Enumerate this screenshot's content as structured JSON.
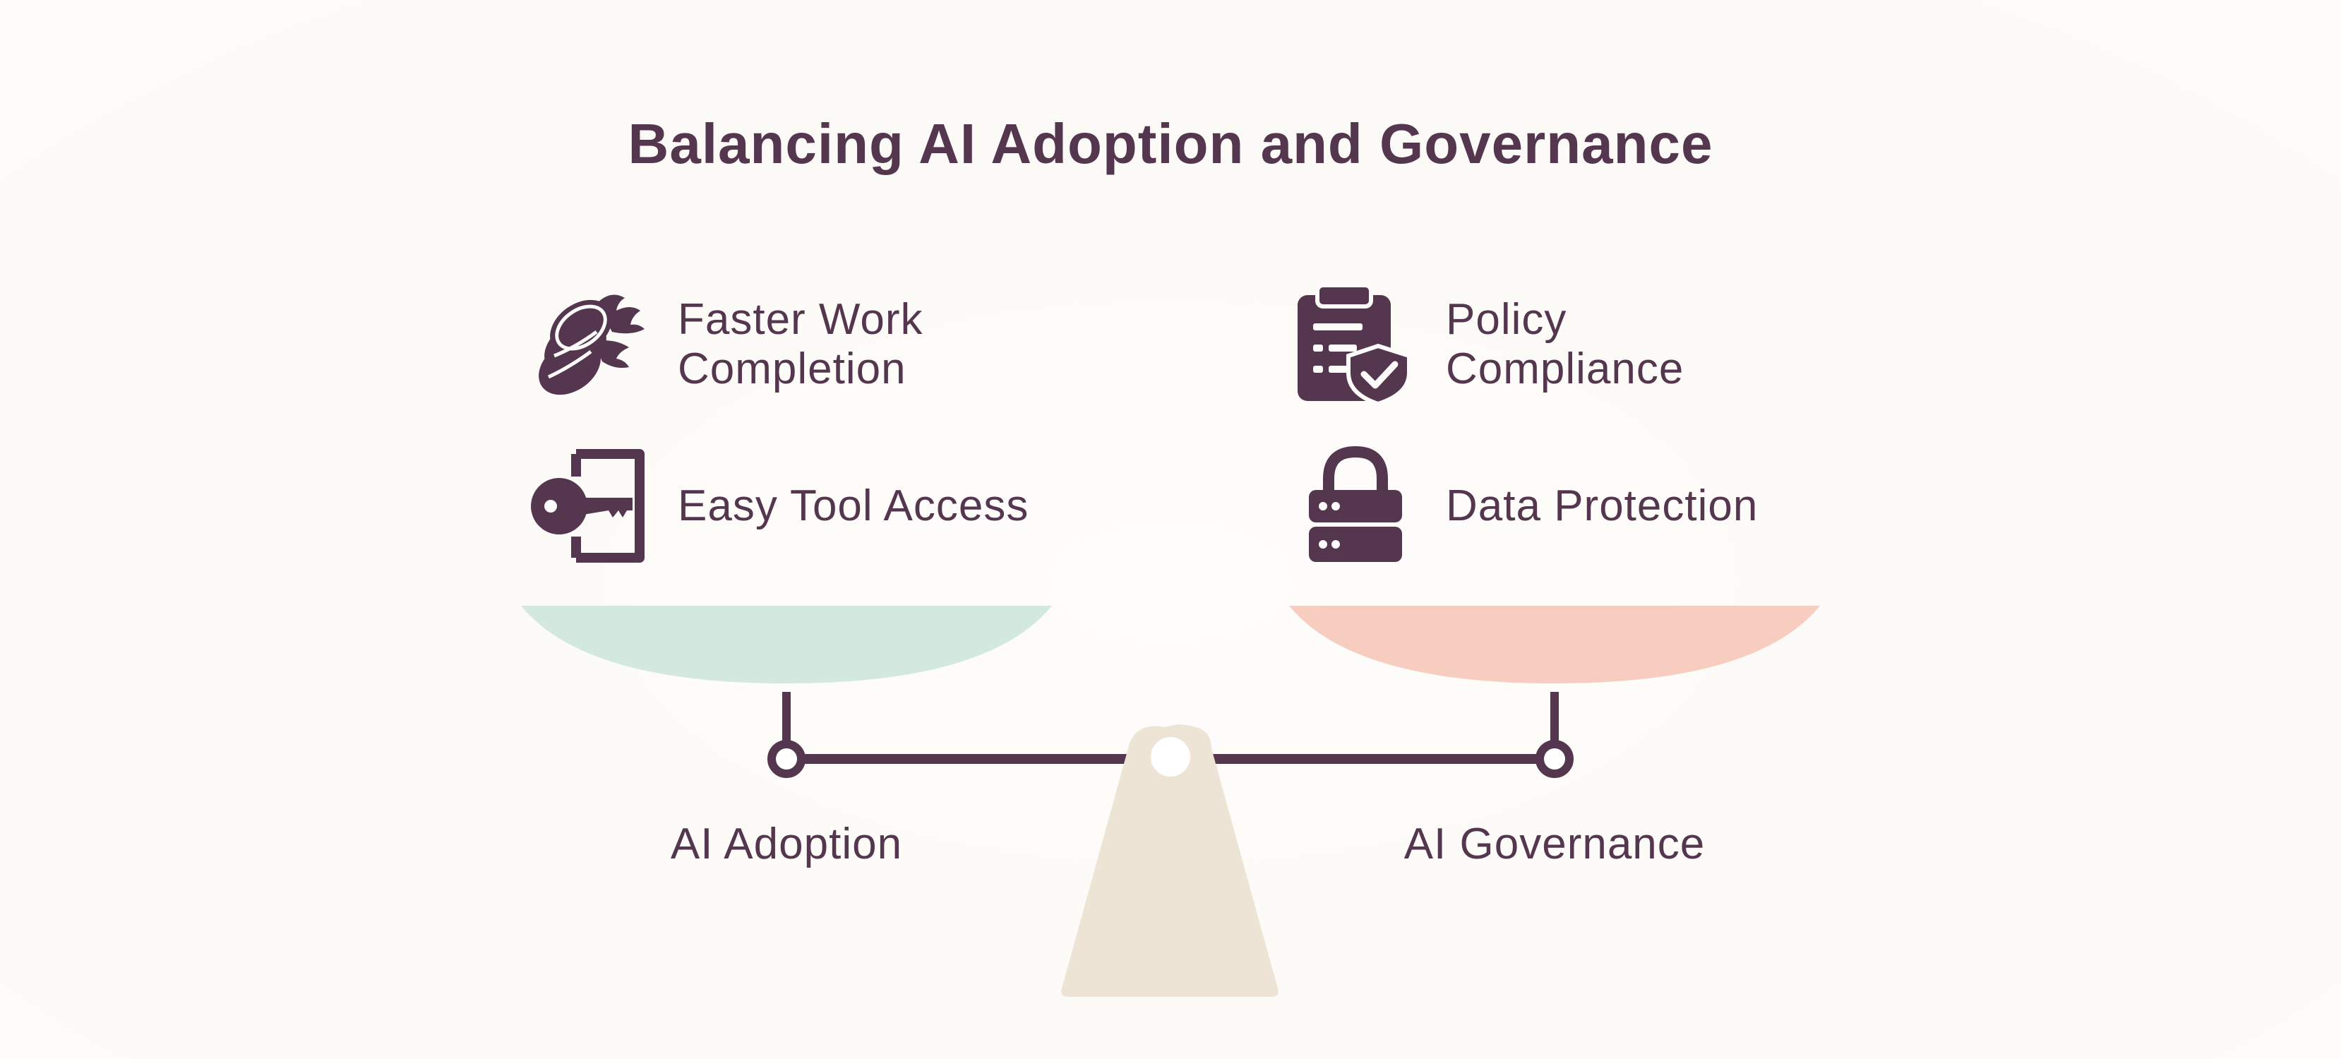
{
  "title": "Balancing AI Adoption and Governance",
  "colors": {
    "text": "#55364f",
    "icon": "#55364f",
    "left_pan": "#d3e8de",
    "right_pan": "#f6cdbf",
    "fulcrum": "#ede4d6",
    "beam": "#55364f"
  },
  "left_side": {
    "label": "AI Adoption",
    "items": [
      {
        "icon": "coins-with-wings-icon",
        "line1": "Faster Work",
        "line2": "Completion"
      },
      {
        "icon": "key-door-icon",
        "line1": "Easy Tool Access",
        "line2": ""
      }
    ]
  },
  "right_side": {
    "label": "AI Governance",
    "items": [
      {
        "icon": "clipboard-shield-icon",
        "line1": "Policy",
        "line2": "Compliance"
      },
      {
        "icon": "lock-server-icon",
        "line1": "Data Protection",
        "line2": ""
      }
    ]
  }
}
